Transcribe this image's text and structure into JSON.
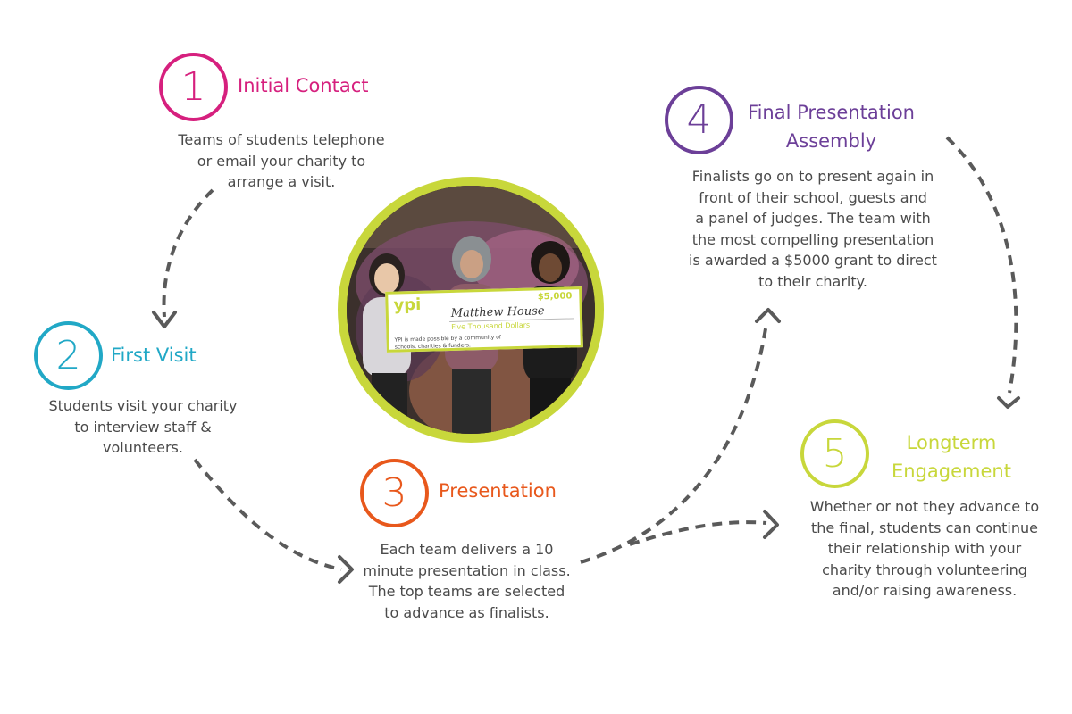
{
  "colors": {
    "step1": "#d6207e",
    "step2": "#21a8c6",
    "step3": "#e8581c",
    "step4": "#6c3f98",
    "step5": "#c8d73b",
    "arrow": "#5a5a5a"
  },
  "steps": [
    {
      "number": "1",
      "title": "Initial Contact",
      "description": [
        "Teams of students telephone",
        "or email your charity to",
        "arrange a visit."
      ]
    },
    {
      "number": "2",
      "title": "First Visit",
      "description": [
        "Students visit your charity",
        "to interview staff &",
        "volunteers."
      ]
    },
    {
      "number": "3",
      "title": "Presentation",
      "description": [
        "Each team delivers a 10",
        "minute presentation in class.",
        "The top teams are selected",
        "to advance as finalists."
      ]
    },
    {
      "number": "4",
      "title": [
        "Final Presentation",
        "Assembly"
      ],
      "description": [
        "Finalists go on to present again in",
        "front of their school, guests and",
        "a panel of judges. The team with",
        "the most compelling presentation",
        "is awarded a $5000 grant to direct",
        "to their charity."
      ]
    },
    {
      "number": "5",
      "title": [
        "Longterm",
        "Engagement"
      ],
      "description": [
        "Whether or not they advance to",
        "the final, students can continue",
        "their relationship with your",
        "charity through volunteering",
        "and/or raising awareness."
      ]
    }
  ],
  "photo": {
    "cheque": {
      "logo": "ypi",
      "amount": "$5,000",
      "payee": "Matthew House",
      "amount_words": "Five Thousand Dollars",
      "funders": [
        "YPI is made possible by a community of",
        "schools, charities & funders."
      ]
    }
  }
}
